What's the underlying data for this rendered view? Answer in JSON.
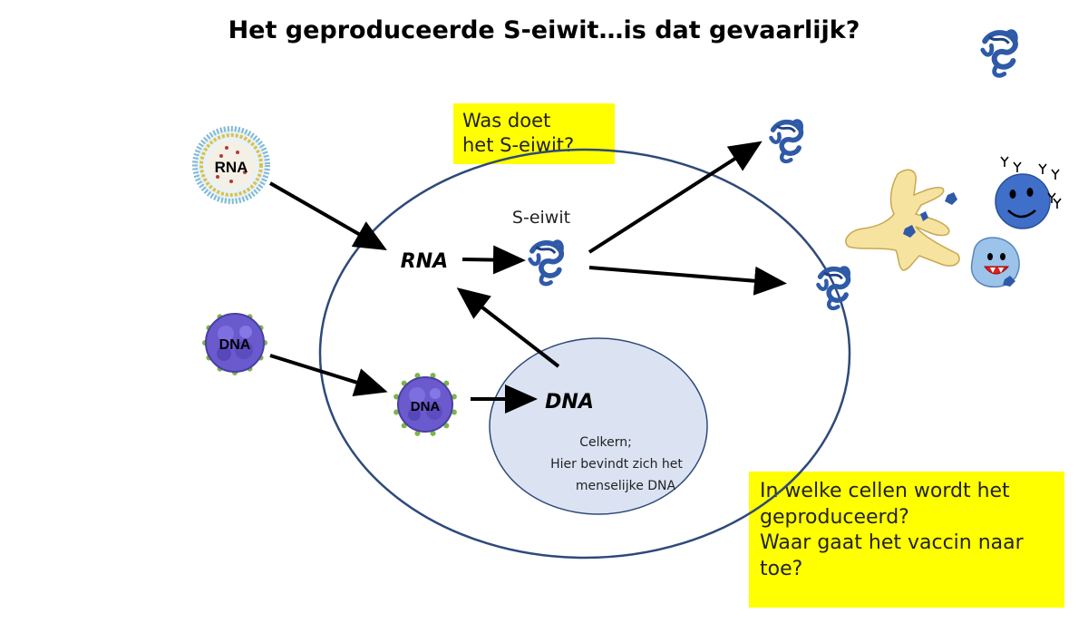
{
  "title": "Het geproduceerde S-eiwit…is dat gevaarlijk?",
  "callout_top": {
    "lines": [
      "Was doet",
      "het S-eiwit?"
    ]
  },
  "callout_bottom": {
    "lines": [
      "In welke cellen wordt het",
      "geproduceerd?",
      "Waar gaat het vaccin naar",
      "toe?"
    ]
  },
  "labels": {
    "rna_particle": "RNA",
    "dna_particle": "DNA",
    "dna_particle_inside": "DNA",
    "rna_center": "RNA",
    "dna_nucleus": "DNA",
    "s_eiwit": "S-eiwit",
    "nucleus_text": [
      "Celkern;",
      "Hier bevindt zich het",
      "menselijke DNA"
    ]
  },
  "colors": {
    "callout": "#ffff00",
    "cell_border": "#2e4a7a",
    "nucleus_fill": "#dbe3f3",
    "protein": "#2f5aa8",
    "immune_cell": "#f7e3a0",
    "b_cell": "#3f6fc9",
    "virus_purple": "#6a5acd",
    "spike_green": "#7ab648"
  }
}
